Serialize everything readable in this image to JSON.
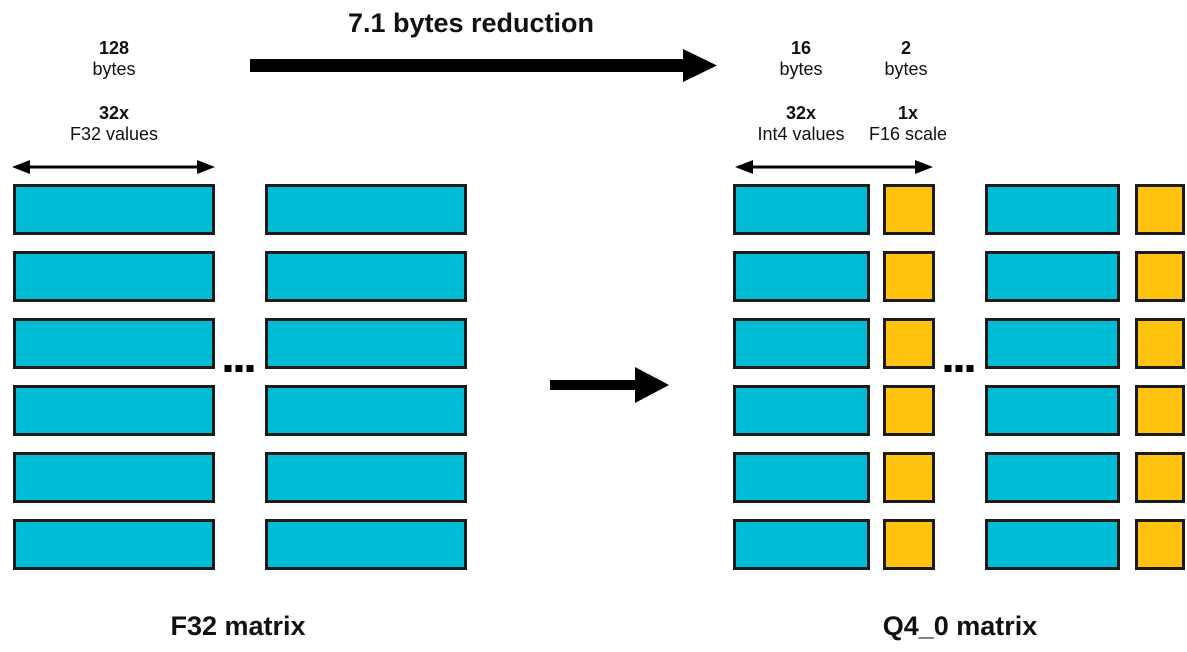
{
  "header": {
    "title": "7.1 bytes reduction"
  },
  "f32": {
    "caption": "F32 matrix",
    "size_label": {
      "value": "128",
      "unit": "bytes"
    },
    "count_label": {
      "value": "32x",
      "unit": "F32 values"
    },
    "rows": 6,
    "ellipsis": "..."
  },
  "q4": {
    "caption": "Q4_0 matrix",
    "values_size_label": {
      "value": "16",
      "unit": "bytes"
    },
    "scale_size_label": {
      "value": "2",
      "unit": "bytes"
    },
    "values_count_label": {
      "value": "32x",
      "unit": "Int4 values"
    },
    "scale_count_label": {
      "value": "1x",
      "unit": "F16 scale"
    },
    "rows": 6,
    "ellipsis": "..."
  },
  "colors": {
    "f32_value_block": "#00BCD4",
    "f16_scale_block": "#FFC20E",
    "block_border": "#1B1B1B",
    "arrow": "#000000"
  }
}
